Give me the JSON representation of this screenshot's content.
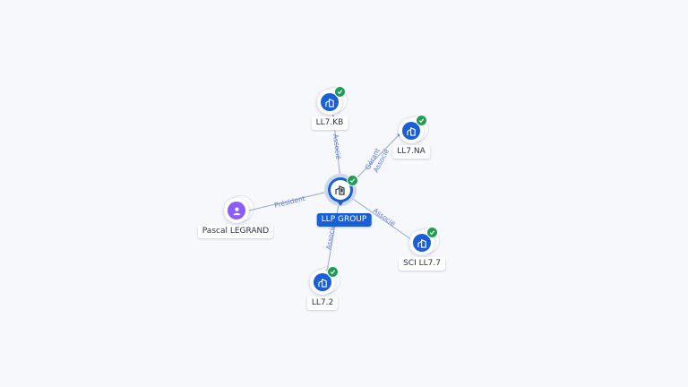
{
  "center": {
    "label": "LLP GROUP",
    "icon": "building-icon",
    "verified": true
  },
  "nodes": [
    {
      "id": "ll7kb",
      "label": "LL7.KB",
      "type": "company",
      "icon": "building-icon",
      "verified": true
    },
    {
      "id": "ll7na",
      "label": "LL7.NA",
      "type": "company",
      "icon": "building-icon",
      "verified": true
    },
    {
      "id": "scill77",
      "label": "SCI LL7.7",
      "type": "company",
      "icon": "building-icon",
      "verified": true
    },
    {
      "id": "ll72",
      "label": "LL7.2",
      "type": "company",
      "icon": "building-icon",
      "verified": true
    },
    {
      "id": "pascal",
      "label": "Pascal LEGRAND",
      "type": "person",
      "icon": "person-icon",
      "verified": false
    }
  ],
  "edges": [
    {
      "to": "ll7kb",
      "label": "Associé"
    },
    {
      "to": "ll7na",
      "label": "Gérant",
      "label2": "Associé"
    },
    {
      "to": "scill77",
      "label": "Associé"
    },
    {
      "to": "ll72",
      "label": "Associé"
    },
    {
      "to": "pascal",
      "label": "Président"
    }
  ],
  "colors": {
    "company": "#1b5fd6",
    "person": "#8b5cf6",
    "verified": "#1f9d55",
    "edge": "#5d7ad8",
    "background": "#f7f8fc"
  }
}
